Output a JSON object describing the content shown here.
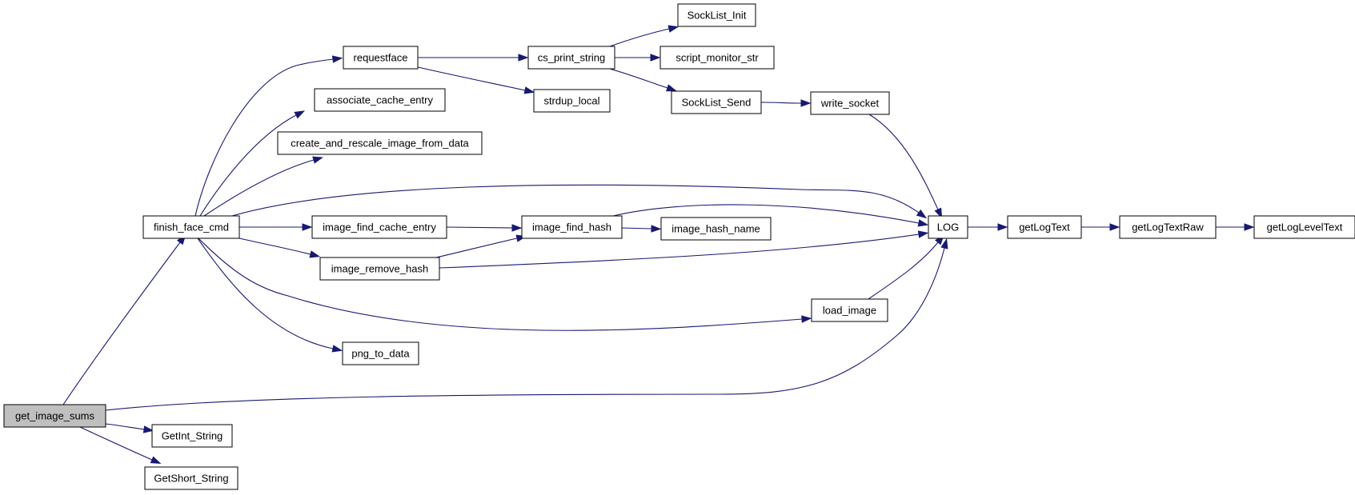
{
  "graph": {
    "edge_color": "#191970",
    "root_fill": "#bfbfbf",
    "nodes": [
      {
        "id": "get_image_sums",
        "label": "get_image_sums",
        "root": true
      },
      {
        "id": "finish_face_cmd",
        "label": "finish_face_cmd"
      },
      {
        "id": "GetInt_String",
        "label": "GetInt_String"
      },
      {
        "id": "GetShort_String",
        "label": "GetShort_String"
      },
      {
        "id": "requestface",
        "label": "requestface"
      },
      {
        "id": "associate_cache_entry",
        "label": "associate_cache_entry"
      },
      {
        "id": "create_and_rescale_image_from_data",
        "label": "create_and_rescale_image_from_data"
      },
      {
        "id": "image_find_cache_entry",
        "label": "image_find_cache_entry"
      },
      {
        "id": "image_remove_hash",
        "label": "image_remove_hash"
      },
      {
        "id": "png_to_data",
        "label": "png_to_data"
      },
      {
        "id": "cs_print_string",
        "label": "cs_print_string"
      },
      {
        "id": "strdup_local",
        "label": "strdup_local"
      },
      {
        "id": "image_find_hash",
        "label": "image_find_hash"
      },
      {
        "id": "SockList_Init",
        "label": "SockList_Init"
      },
      {
        "id": "script_monitor_str",
        "label": "script_monitor_str"
      },
      {
        "id": "SockList_Send",
        "label": "SockList_Send"
      },
      {
        "id": "image_hash_name",
        "label": "image_hash_name"
      },
      {
        "id": "write_socket",
        "label": "write_socket"
      },
      {
        "id": "load_image",
        "label": "load_image"
      },
      {
        "id": "LOG",
        "label": "LOG"
      },
      {
        "id": "getLogText",
        "label": "getLogText"
      },
      {
        "id": "getLogTextRaw",
        "label": "getLogTextRaw"
      },
      {
        "id": "getLogLevelText",
        "label": "getLogLevelText"
      }
    ],
    "edges": [
      {
        "from": "get_image_sums",
        "to": "finish_face_cmd"
      },
      {
        "from": "get_image_sums",
        "to": "LOG"
      },
      {
        "from": "get_image_sums",
        "to": "GetInt_String"
      },
      {
        "from": "get_image_sums",
        "to": "GetShort_String"
      },
      {
        "from": "finish_face_cmd",
        "to": "requestface"
      },
      {
        "from": "finish_face_cmd",
        "to": "associate_cache_entry"
      },
      {
        "from": "finish_face_cmd",
        "to": "create_and_rescale_image_from_data"
      },
      {
        "from": "finish_face_cmd",
        "to": "LOG"
      },
      {
        "from": "finish_face_cmd",
        "to": "image_find_cache_entry"
      },
      {
        "from": "finish_face_cmd",
        "to": "image_remove_hash"
      },
      {
        "from": "finish_face_cmd",
        "to": "load_image"
      },
      {
        "from": "finish_face_cmd",
        "to": "png_to_data"
      },
      {
        "from": "requestface",
        "to": "cs_print_string"
      },
      {
        "from": "requestface",
        "to": "strdup_local"
      },
      {
        "from": "cs_print_string",
        "to": "SockList_Init"
      },
      {
        "from": "cs_print_string",
        "to": "script_monitor_str"
      },
      {
        "from": "cs_print_string",
        "to": "SockList_Send"
      },
      {
        "from": "SockList_Send",
        "to": "write_socket"
      },
      {
        "from": "write_socket",
        "to": "LOG"
      },
      {
        "from": "image_find_cache_entry",
        "to": "image_find_hash"
      },
      {
        "from": "image_remove_hash",
        "to": "image_find_hash"
      },
      {
        "from": "image_remove_hash",
        "to": "LOG"
      },
      {
        "from": "image_find_hash",
        "to": "image_hash_name"
      },
      {
        "from": "image_find_hash",
        "to": "LOG"
      },
      {
        "from": "load_image",
        "to": "LOG"
      },
      {
        "from": "LOG",
        "to": "getLogText"
      },
      {
        "from": "getLogText",
        "to": "getLogTextRaw"
      },
      {
        "from": "getLogTextRaw",
        "to": "getLogLevelText"
      }
    ]
  }
}
